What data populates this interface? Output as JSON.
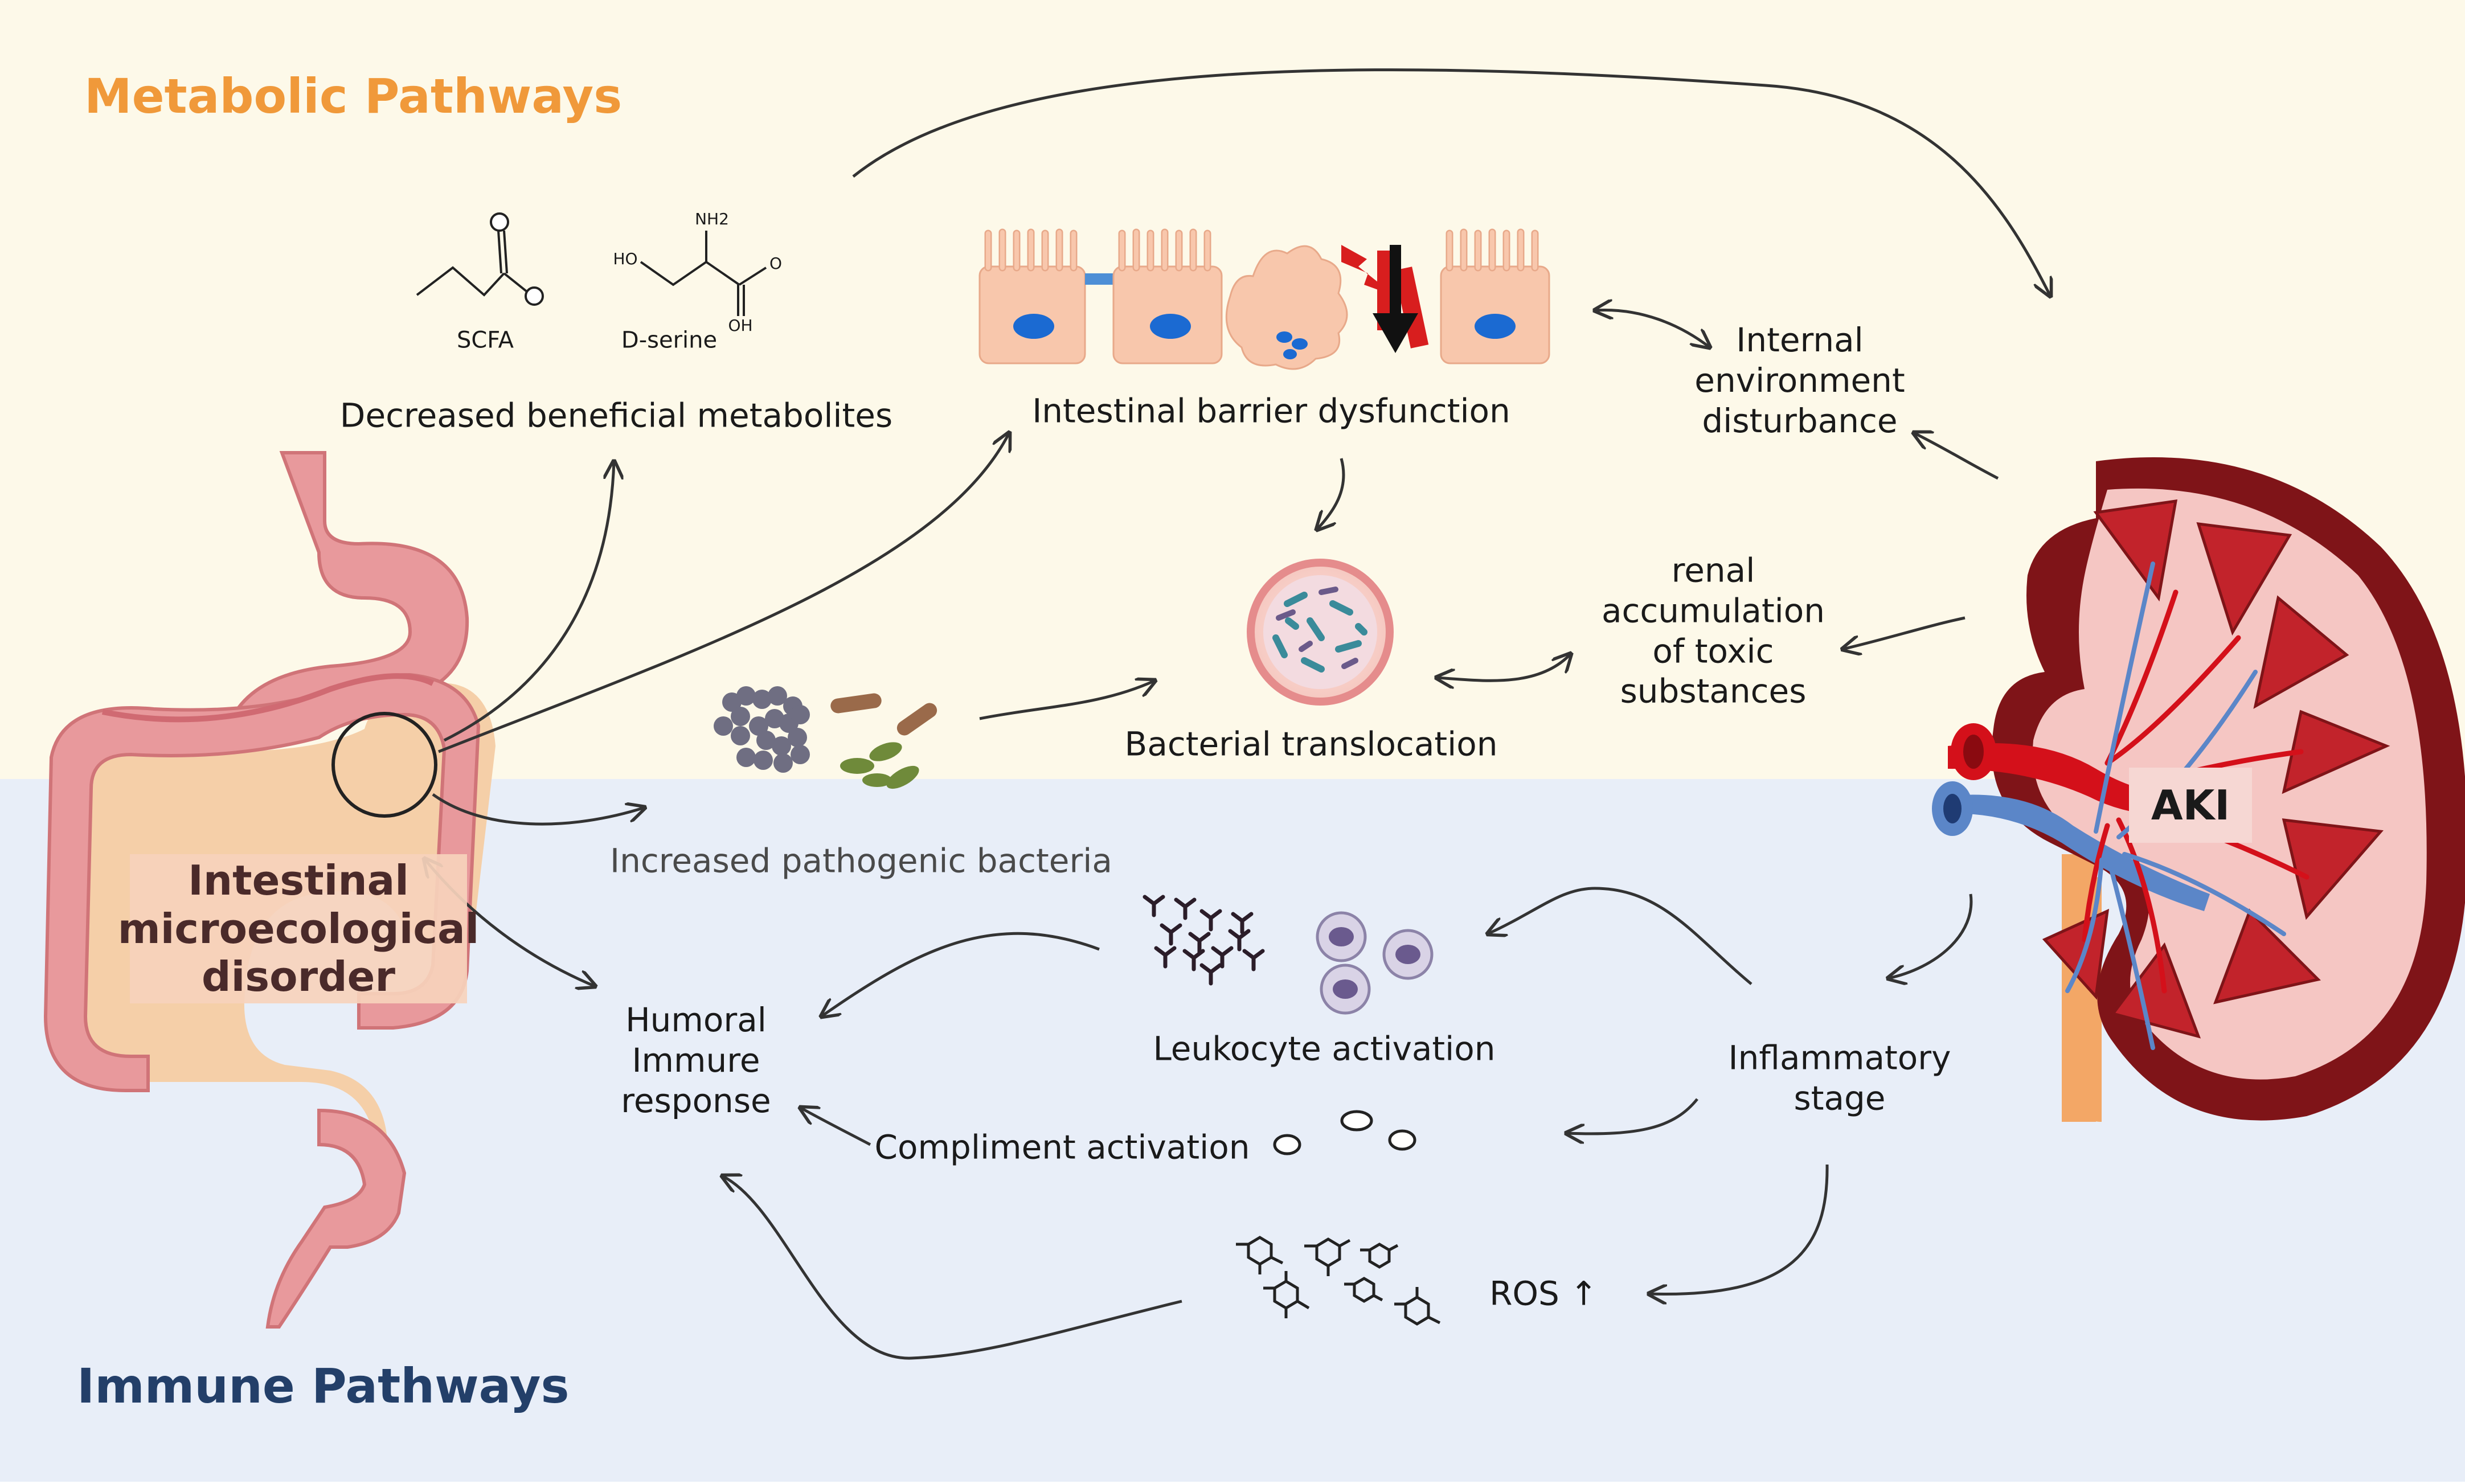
{
  "sections": {
    "metabolic_title": "Metabolic Pathways",
    "immune_title": "Immune Pathways"
  },
  "colors": {
    "metabolic_bg": "#fdf9e9",
    "immune_bg": "#e8eef8",
    "metabolic_title": "#f0993a",
    "immune_title": "#233f69",
    "arrow": "#333333"
  },
  "molecules": {
    "scfa_label": "SCFA",
    "dserine_label": "D-serine",
    "nh2": "NH2",
    "ho": "HO",
    "o": "O",
    "oh": "OH"
  },
  "metabolic_nodes": {
    "decreased_metabolites": "Decreased beneficial metabolites",
    "barrier_dysfunction": "Intestinal barrier dysfunction",
    "internal_env": [
      "Internal",
      "environment",
      "disturbance"
    ],
    "renal_accumulation": [
      "renal",
      "accumulation",
      "of toxic",
      "substances"
    ],
    "bacterial_translocation": "Bacterial translocation",
    "increased_pathogenic": "Increased pathogenic bacteria"
  },
  "central": {
    "gut_label": [
      "Intestinal",
      "microecological",
      "disorder"
    ],
    "kidney_label": "AKI"
  },
  "immune_nodes": {
    "humoral": [
      "Humoral",
      "Immure",
      "response"
    ],
    "leukocyte": "Leukocyte activation",
    "complement": "Compliment activation",
    "inflammatory": [
      "Inflammatory",
      "stage"
    ],
    "ros": "ROS ↑"
  },
  "icons": {
    "molecule_scfa": "scfa-structure-icon",
    "molecule_dserine": "d-serine-structure-icon",
    "epithelium": "intestinal-epithelium-icon",
    "barrier_break": "barrier-break-arrow-icon",
    "translocation": "bacteria-cell-icon",
    "bacteria": "pathogenic-bacteria-icon",
    "antibodies": "antibody-icon",
    "leukocytes": "leukocyte-icon",
    "complement": "complement-particle-icon",
    "ros": "ros-molecule-icon",
    "gut": "digestive-tract-icon",
    "kidney": "kidney-icon"
  }
}
